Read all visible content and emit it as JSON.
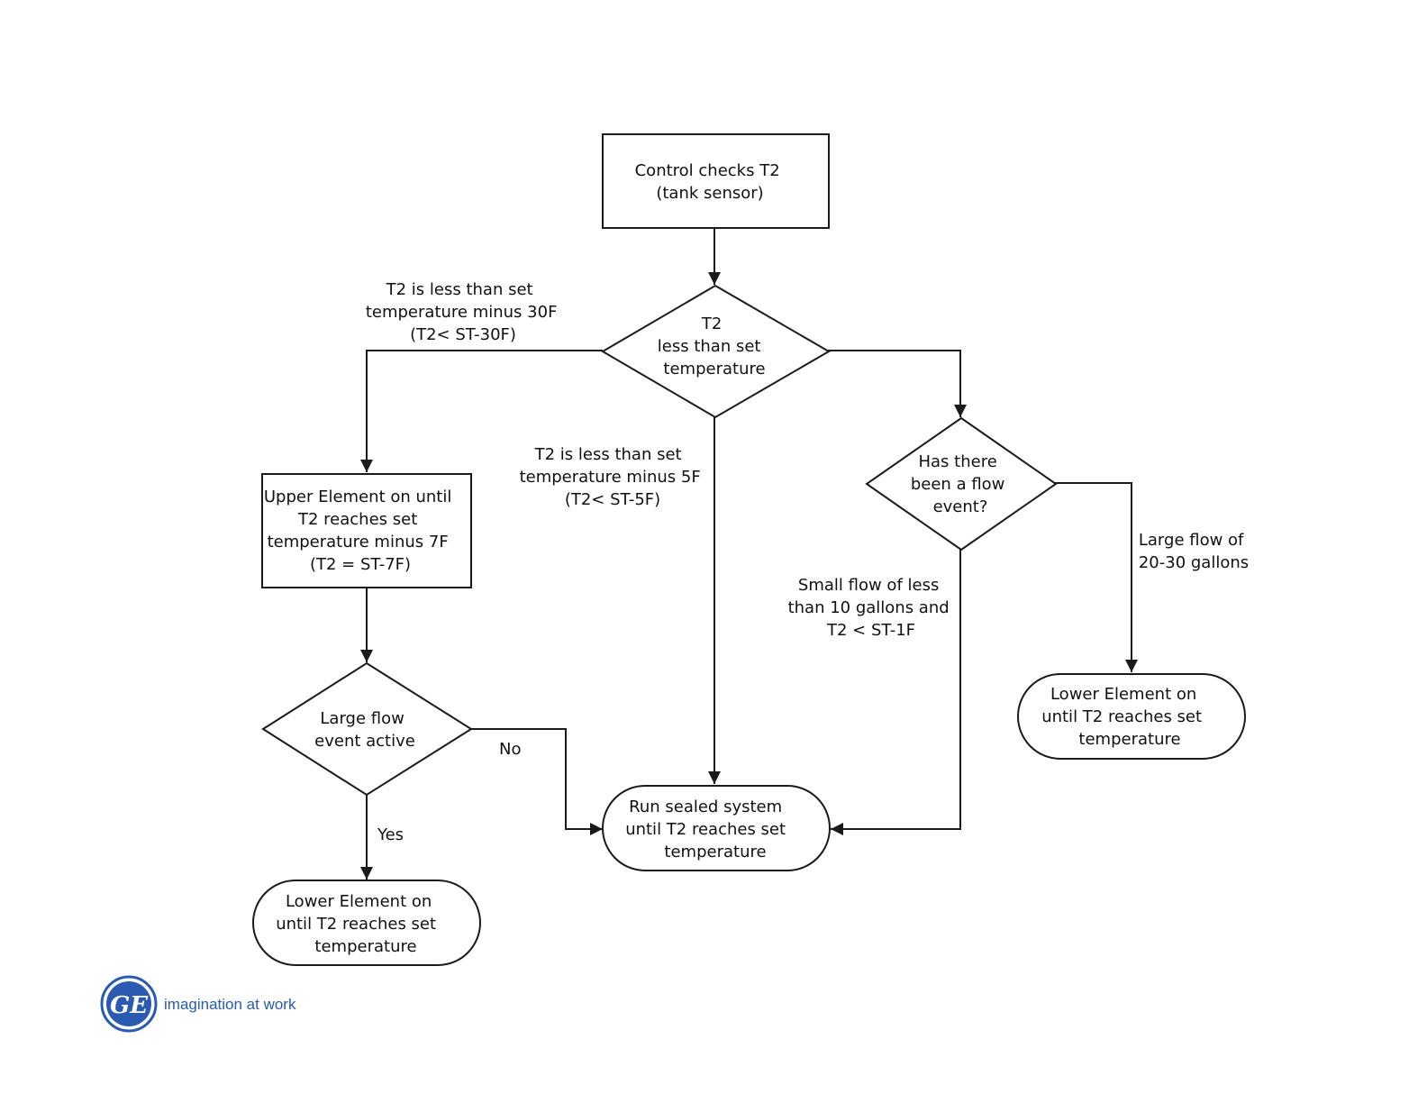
{
  "nodes": {
    "control_checks": [
      "Control checks T2",
      "(tank sensor)"
    ],
    "t2_decision": [
      "T2",
      "less than set",
      "temperature"
    ],
    "upper_element": [
      "Upper Element on until",
      "T2 reaches set",
      "temperature minus 7F",
      "(T2 = ST-7F)"
    ],
    "flow_event": [
      "Has there",
      "been a flow",
      "event?"
    ],
    "large_flow_active": [
      "Large flow",
      "event active"
    ],
    "run_sealed": [
      "Run sealed system",
      "until T2 reaches set",
      "temperature"
    ],
    "lower_element_left": [
      "Lower Element on",
      "until T2 reaches set",
      "temperature"
    ],
    "lower_element_right": [
      "Lower Element on",
      "until T2 reaches set",
      "temperature"
    ]
  },
  "edge_labels": {
    "minus_30": [
      "T2 is less than set",
      "temperature minus 30F",
      "(T2< ST-30F)"
    ],
    "minus_5": [
      "T2 is less than set",
      "temperature minus 5F",
      "(T2< ST-5F)"
    ],
    "small_flow": [
      "Small flow of less",
      "than 10 gallons and",
      "T2 < ST-1F"
    ],
    "large_flow": [
      "Large flow of",
      "20-30 gallons"
    ],
    "no": "No",
    "yes": "Yes"
  },
  "logo": {
    "mark": "GE",
    "tagline": "imagination at work",
    "color": "#2a5bb0"
  }
}
